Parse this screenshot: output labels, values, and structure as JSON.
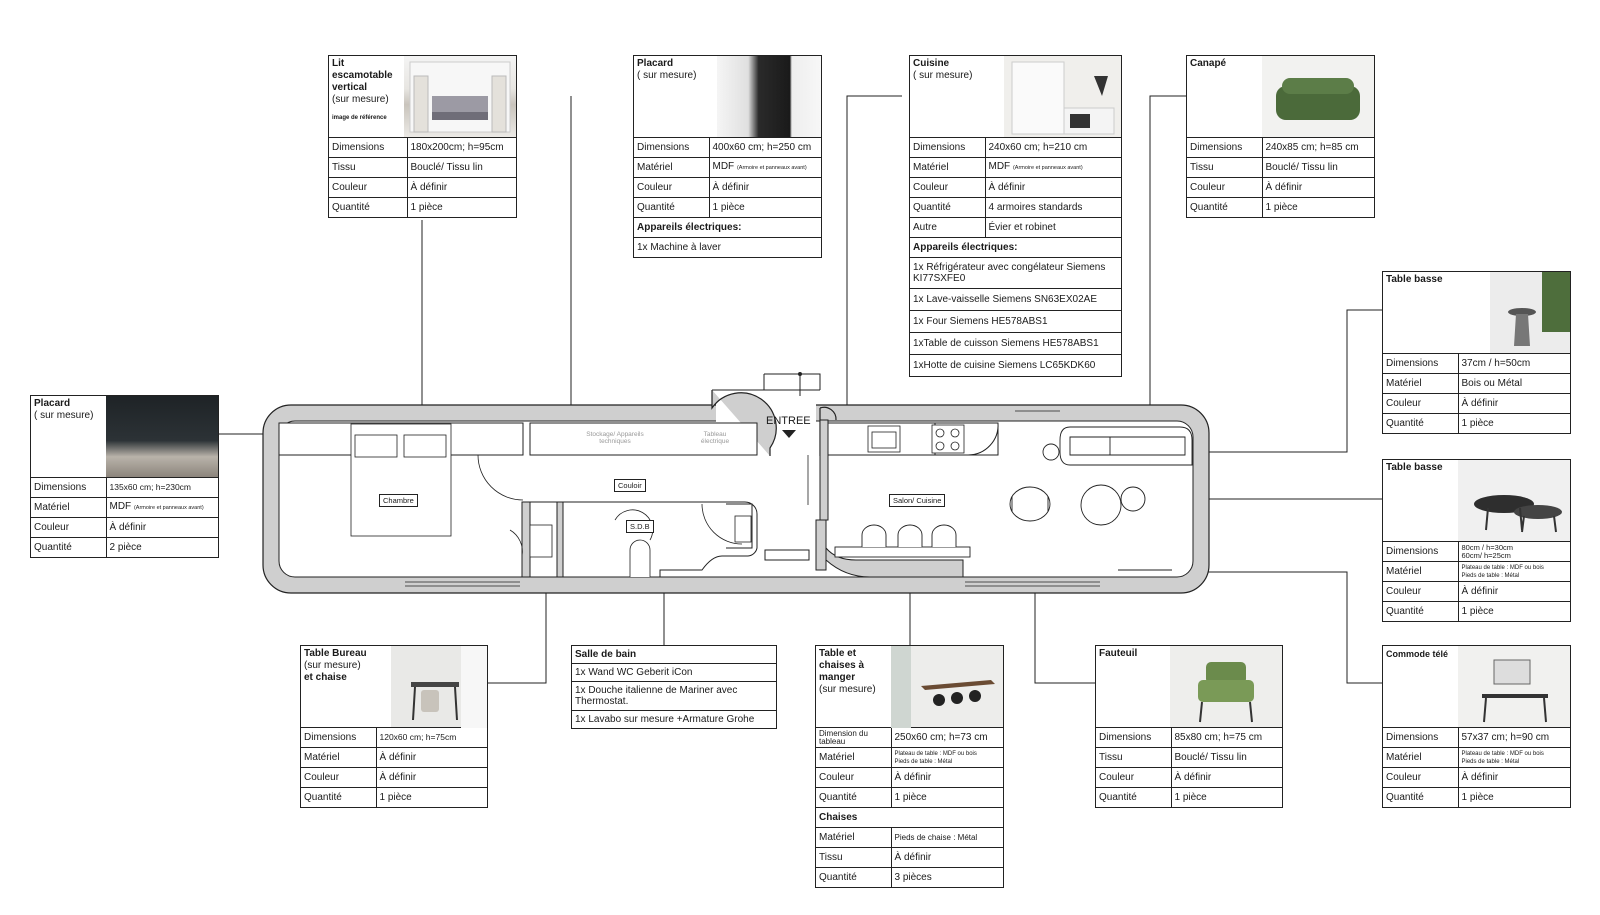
{
  "plan": {
    "entrance": "ENTREE",
    "rooms": {
      "chambre": "Chambre",
      "couloir": "Couloir",
      "sdb": "S.D.B",
      "salon": "Salon/ Cuisine",
      "stockage": "Stockage/ Appareils techniques",
      "tableau": "Tableau électrique"
    }
  },
  "cards": {
    "lit": {
      "title_bold": "Lit escamotable vertical",
      "title_sub": "(sur mesure)",
      "note": "image de référence",
      "rows": [
        [
          "Dimensions",
          "180x200cm; h=95cm"
        ],
        [
          "Tissu",
          "Bouclé/ Tissu lin"
        ],
        [
          "Couleur",
          "À définir"
        ],
        [
          "Quantité",
          "1 pièce"
        ]
      ]
    },
    "placard_couloir": {
      "title_bold": "Placard",
      "title_sub": "( sur mesure)",
      "rows": [
        [
          "Dimensions",
          "400x60 cm; h=250 cm"
        ],
        [
          "Matériel",
          "MDF",
          "(Armoire et panneaux avant)"
        ],
        [
          "Couleur",
          "À définir"
        ],
        [
          "Quantité",
          "1 pièce"
        ]
      ],
      "section": "Appareils électriques:",
      "items": [
        "1x Machine à laver"
      ]
    },
    "cuisine": {
      "title_bold": "Cuisine",
      "title_sub": "( sur mesure)",
      "rows": [
        [
          "Dimensions",
          "240x60 cm; h=210 cm"
        ],
        [
          "Matériel",
          "MDF",
          "(Armoire et panneaux avant)"
        ],
        [
          "Couleur",
          "À définir"
        ],
        [
          "Quantité",
          "4 armoires standards"
        ],
        [
          "Autre",
          "Évier et robinet"
        ]
      ],
      "section": "Appareils électriques:",
      "items": [
        "1x Réfrigérateur avec congélateur Siemens KI77SXFE0",
        "1x Lave-vaisselle Siemens SN63EX02AE",
        "1x Four Siemens HE578ABS1",
        "1xTable de cuisson Siemens HE578ABS1",
        "1xHotte de cuisine Siemens LC65KDK60"
      ]
    },
    "canape": {
      "title_bold": "Canapé",
      "rows": [
        [
          "Dimensions",
          "240x85 cm; h=85 cm"
        ],
        [
          "Tissu",
          "Bouclé/ Tissu lin"
        ],
        [
          "Couleur",
          "À définir"
        ],
        [
          "Quantité",
          "1 pièce"
        ]
      ]
    },
    "placard_chambre": {
      "title_bold": "Placard",
      "title_sub": "( sur mesure)",
      "rows": [
        [
          "Dimensions",
          "135x60 cm; h=230cm"
        ],
        [
          "Matériel",
          "MDF",
          "(Armoire et panneaux avant)"
        ],
        [
          "Couleur",
          "À définir"
        ],
        [
          "Quantité",
          "2 pièce"
        ]
      ]
    },
    "table_basse_1": {
      "title_bold": "Table basse",
      "rows": [
        [
          "Dimensions",
          "37cm / h=50cm"
        ],
        [
          "Matériel",
          "Bois ou Métal"
        ],
        [
          "Couleur",
          "À définir"
        ],
        [
          "Quantité",
          "1 pièce"
        ]
      ]
    },
    "table_basse_2": {
      "title_bold": "Table basse",
      "rows": [
        [
          "Dimensions",
          "80cm / h=30cm\n60cm/ h=25cm"
        ],
        [
          "Matériel",
          "Plateau de table : MDF ou bois\nPieds de table : Métal"
        ],
        [
          "Couleur",
          "À définir"
        ],
        [
          "Quantité",
          "1 pièce"
        ]
      ]
    },
    "bureau": {
      "title_bold": "Table Bureau",
      "title_sub": "(sur mesure)",
      "title_bold2": " et chaise",
      "rows": [
        [
          "Dimensions",
          "120x60 cm; h=75cm"
        ],
        [
          "Matériel",
          "À définir"
        ],
        [
          "Couleur",
          "À définir"
        ],
        [
          "Quantité",
          "1 pièce"
        ]
      ]
    },
    "table_manger": {
      "title_bold": "Table et chaises à manger",
      "title_sub": "(sur mesure)",
      "rows": [
        [
          "Dimension du tableau",
          "250x60 cm; h=73 cm"
        ],
        [
          "Matériel",
          "Plateau de table : MDF ou bois\nPieds de table : Métal"
        ],
        [
          "Couleur",
          "À définir"
        ],
        [
          "Quantité",
          "1 pièce"
        ]
      ],
      "section": "Chaises",
      "rows2": [
        [
          "Matériel",
          "Pieds de chaise : Métal"
        ],
        [
          "Tissu",
          "À définir"
        ],
        [
          "Quantité",
          "3 pièces"
        ]
      ]
    },
    "fauteuil": {
      "title_bold": "Fauteuil",
      "rows": [
        [
          "Dimensions",
          "85x80 cm; h=75 cm"
        ],
        [
          "Tissu",
          "Bouclé/ Tissu lin"
        ],
        [
          "Couleur",
          "À définir"
        ],
        [
          "Quantité",
          "1 pièce"
        ]
      ]
    },
    "commode": {
      "title_bold": "Commode télé",
      "rows": [
        [
          "Dimensions",
          "57x37 cm; h=90 cm"
        ],
        [
          "Matériel",
          "Plateau de table : MDF ou bois\nPieds de table : Métal"
        ],
        [
          "Couleur",
          "À définir"
        ],
        [
          "Quantité",
          "1 pièce"
        ]
      ]
    }
  },
  "salle_de_bain": {
    "title": "Salle de bain",
    "items": [
      "1x Wand WC Geberit iCon",
      "1x Douche italienne de Mariner avec Thermostat.",
      "1x Lavabo sur mesure +Armature Grohe"
    ]
  }
}
